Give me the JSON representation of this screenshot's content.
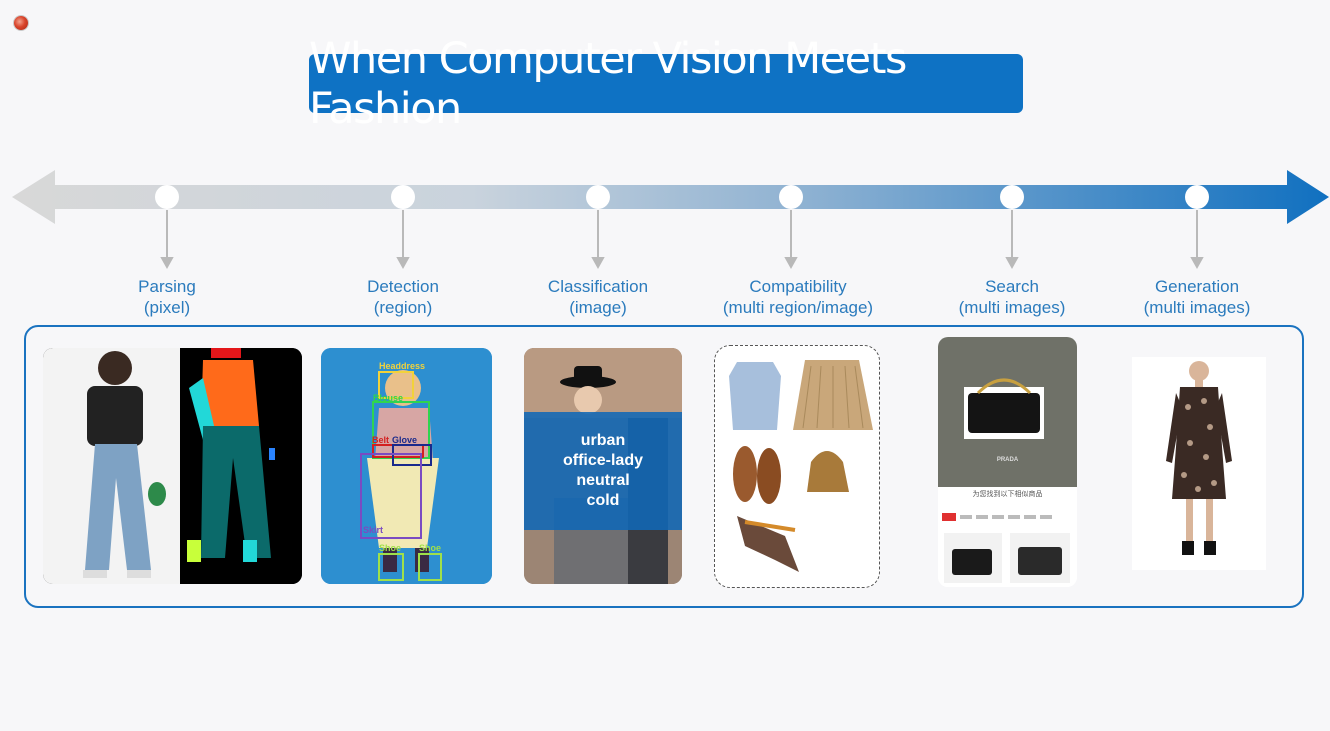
{
  "title": "When Computer Vision Meets Fashion",
  "stages": [
    {
      "name": "Parsing",
      "scope": "(pixel)"
    },
    {
      "name": "Detection",
      "scope": "(region)"
    },
    {
      "name": "Classification",
      "scope": "(image)"
    },
    {
      "name": "Compatibility",
      "scope": "(multi region/image)"
    },
    {
      "name": "Search",
      "scope": "(multi images)"
    },
    {
      "name": "Generation",
      "scope": "(multi images)"
    }
  ],
  "detection_labels": [
    "Headdress",
    "Blouse",
    "Belt",
    "Glove",
    "Skirt",
    "Shoe",
    "Shoe"
  ],
  "classification_tags": [
    "urban",
    "office-lady",
    "neutral",
    "cold"
  ],
  "search_screen": {
    "brand": "PRADA",
    "prompt": "为您找到以下相似商品"
  },
  "colors": {
    "accent": "#0e72c4",
    "label_text": "#2b7bbd",
    "arrow_start": "#d6d6d6",
    "arrow_end": "#1070c0"
  }
}
